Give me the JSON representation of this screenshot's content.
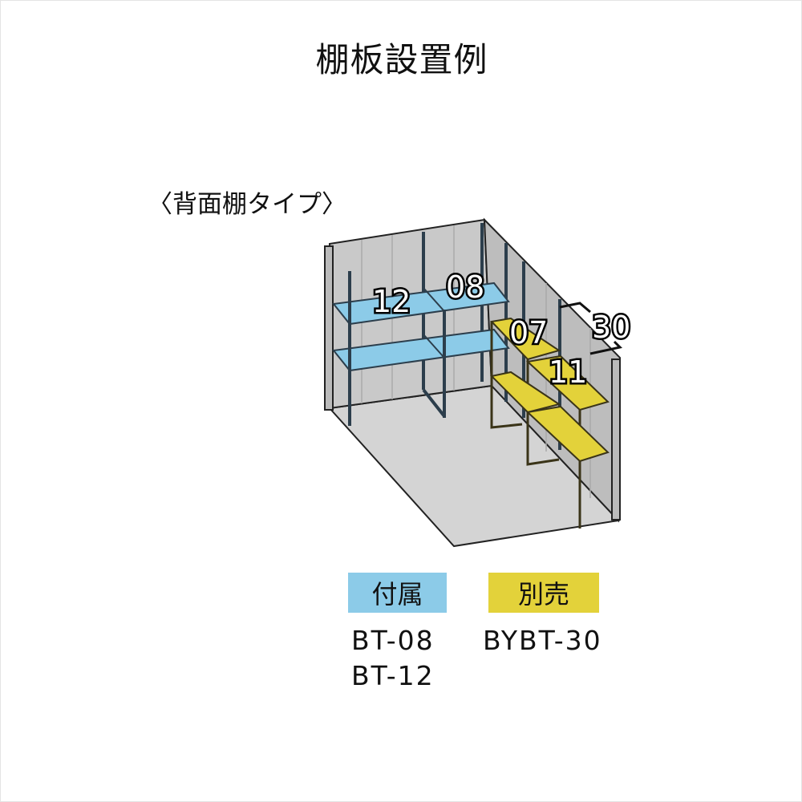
{
  "title": "棚板設置例",
  "subtitle": "〈背面棚タイプ〉",
  "diagram": {
    "labels": {
      "a": "12",
      "b": "08",
      "c": "07",
      "d": "30",
      "e": "11"
    },
    "colors": {
      "included": "#8ccbe8",
      "optional": "#e3d23a",
      "wall": "#c8c8c8",
      "floor": "#d4d4d4"
    }
  },
  "legend": {
    "included": {
      "label": "付属",
      "codes": [
        "BT-08",
        "BT-12"
      ]
    },
    "optional": {
      "label": "別売",
      "codes": [
        "BYBT-30"
      ]
    }
  }
}
